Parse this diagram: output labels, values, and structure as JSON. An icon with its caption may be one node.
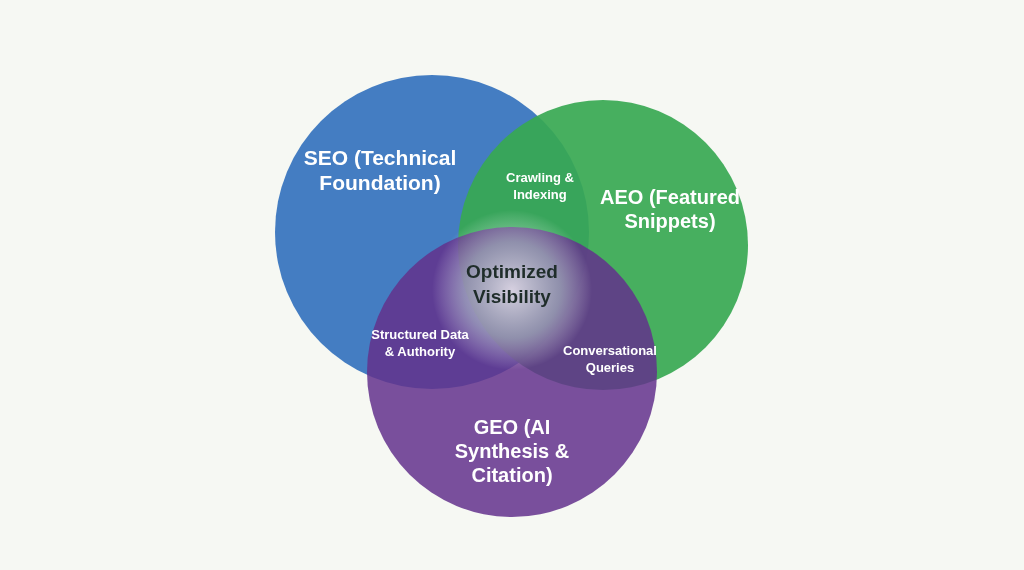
{
  "diagram": {
    "nodes": [
      {
        "text": [
          "SEO (Technical Foundation)"
        ]
      },
      {
        "text": [
          "AEO (Featured Snippets)"
        ]
      },
      {
        "text": [
          "GEO (AI Synthesis & Citation)"
        ]
      }
    ],
    "labels": [
      "Crawling & Indexing",
      "Optimized Visibility",
      "Structured Data & Authority",
      "Conversational Queries"
    ]
  }
}
